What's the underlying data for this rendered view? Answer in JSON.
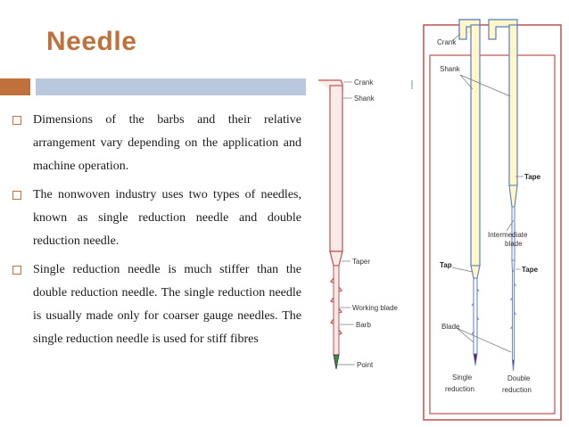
{
  "slide": {
    "title": "Needle",
    "bullets": [
      "Dimensions of the barbs and their relative arrangement vary depending on the application and machine operation.",
      "The nonwoven industry uses two types of needles, known as single reduction needle and double reduction needle.",
      "Single reduction needle is much stiffer than the double reduction needle. The single reduction needle is usually made only for coarser gauge needles. The single reduction needle is used for stiff fibres"
    ]
  },
  "left_diagram": {
    "labels": {
      "crank": "Crank",
      "shank": "Shank",
      "taper": "Taper",
      "working_blade": "Working blade",
      "barb": "Barb",
      "point": "Point"
    }
  },
  "right_diagram": {
    "labels": {
      "crank": "Crank",
      "shank": "Shank",
      "intermediate_blade_1": "Intermediate",
      "intermediate_blade_2": "blade",
      "tape_top": "Tape",
      "tap": "Tap",
      "tape_lower": "Tape",
      "blade": "Blade",
      "single_1": "Single",
      "single_2": "reduction",
      "double_1": "Double",
      "double_2": "reduction"
    }
  },
  "colors": {
    "accent": "#c0703a",
    "accent_bar": "#b9c8dd",
    "needle_outline": "#c0504d",
    "needle_blue": "#5b7dc4",
    "frame": "#c0504d"
  }
}
